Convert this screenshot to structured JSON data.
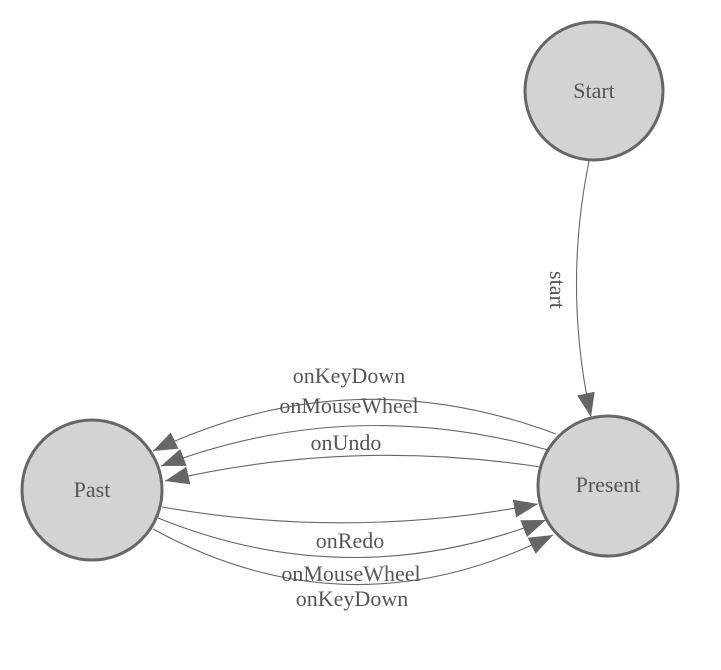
{
  "diagram": {
    "type": "state-machine",
    "background": "#ffffff",
    "colors": {
      "node_fill": "#d3d3d3",
      "node_stroke": "#666666",
      "edge_stroke": "#666666",
      "arrow_fill": "#666666",
      "label_text": "#555555"
    },
    "nodes": [
      {
        "id": "start",
        "label": "Start"
      },
      {
        "id": "present",
        "label": "Present"
      },
      {
        "id": "past",
        "label": "Past"
      }
    ],
    "edges": [
      {
        "from": "start",
        "to": "present",
        "label": "start"
      },
      {
        "from": "present",
        "to": "past",
        "label": "onKeyDown"
      },
      {
        "from": "present",
        "to": "past",
        "label": "onMouseWheel"
      },
      {
        "from": "present",
        "to": "past",
        "label": "onUndo"
      },
      {
        "from": "past",
        "to": "present",
        "label": "onRedo"
      },
      {
        "from": "past",
        "to": "present",
        "label": "onMouseWheel"
      },
      {
        "from": "past",
        "to": "present",
        "label": "onKeyDown"
      }
    ]
  }
}
